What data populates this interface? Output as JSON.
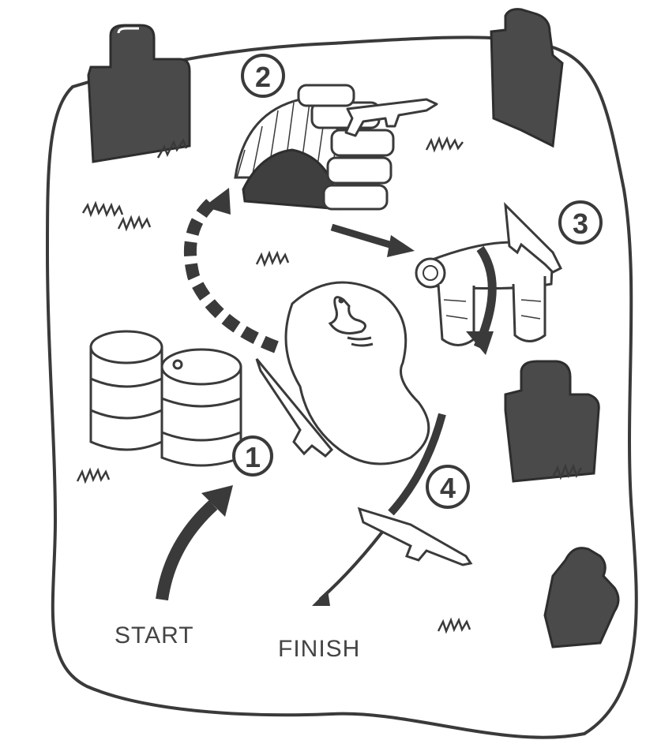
{
  "labels": {
    "start": "START",
    "finish": "FINISH"
  },
  "stations": [
    {
      "number": "1"
    },
    {
      "number": "2"
    },
    {
      "number": "3"
    },
    {
      "number": "4"
    }
  ],
  "colors": {
    "ink": "#3a3a3a",
    "fill_dark": "#4a4a4a",
    "paper": "#ffffff"
  }
}
